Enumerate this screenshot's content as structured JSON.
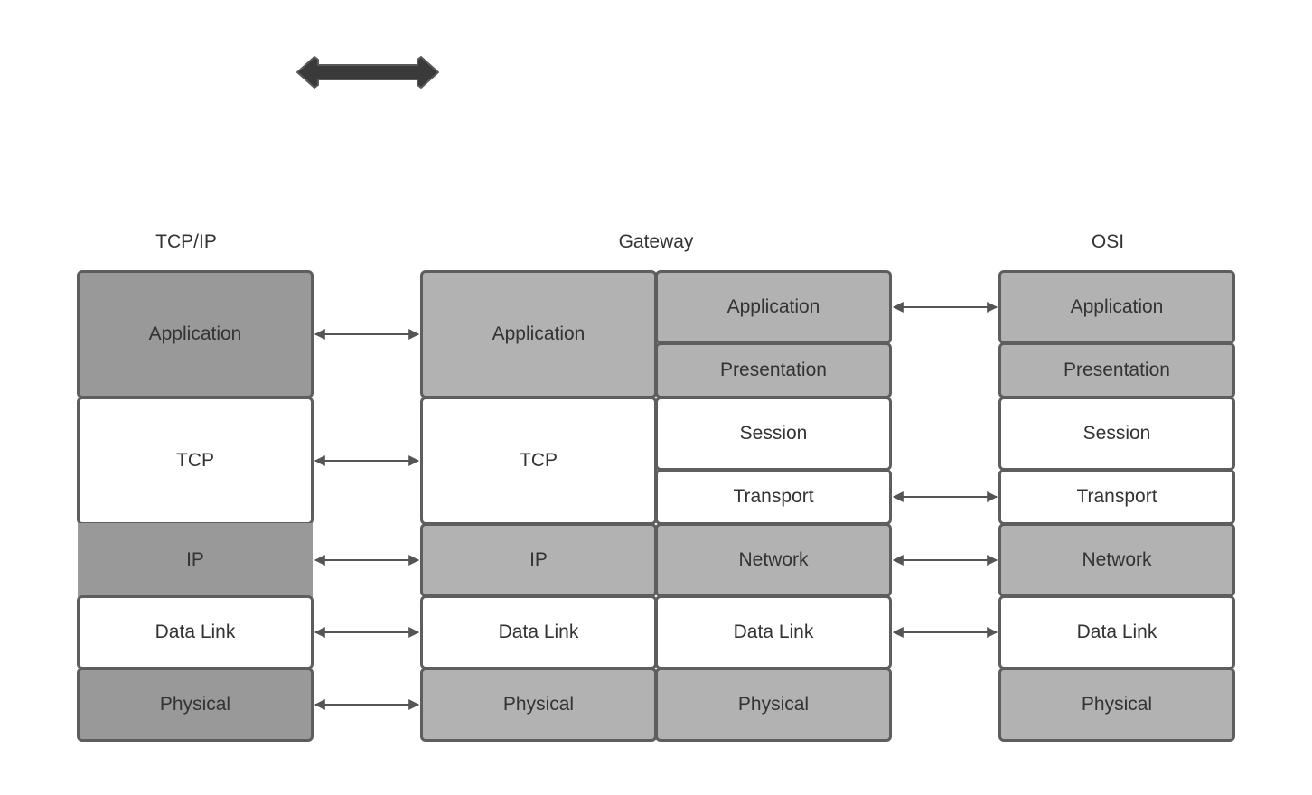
{
  "columns": {
    "tcpip": {
      "title": "TCP/IP"
    },
    "gateway": {
      "title": "Gateway"
    },
    "osi": {
      "title": "OSI"
    }
  },
  "tcpip_layers": {
    "application": "Application",
    "tcp": "TCP",
    "ip": "IP",
    "data_link": "Data Link",
    "physical": "Physical"
  },
  "gateway_tcpip_layers": {
    "application": "Application",
    "tcp": "TCP",
    "ip": "IP",
    "data_link": "Data Link",
    "physical": "Physical"
  },
  "gateway_osi_layers": {
    "application": "Application",
    "presentation": "Presentation",
    "session": "Session",
    "transport": "Transport",
    "network": "Network",
    "data_link": "Data Link",
    "physical": "Physical"
  },
  "osi_layers": {
    "application": "Application",
    "presentation": "Presentation",
    "session": "Session",
    "transport": "Transport",
    "network": "Network",
    "data_link": "Data Link",
    "physical": "Physical"
  },
  "colors": {
    "white_layer": "#ffffff",
    "light_gray_layer": "#b2b2b2",
    "dark_gray_layer": "#999999",
    "border": "#5e5e5e",
    "connector": "#555555",
    "big_arrow": "#3a3a3a"
  }
}
